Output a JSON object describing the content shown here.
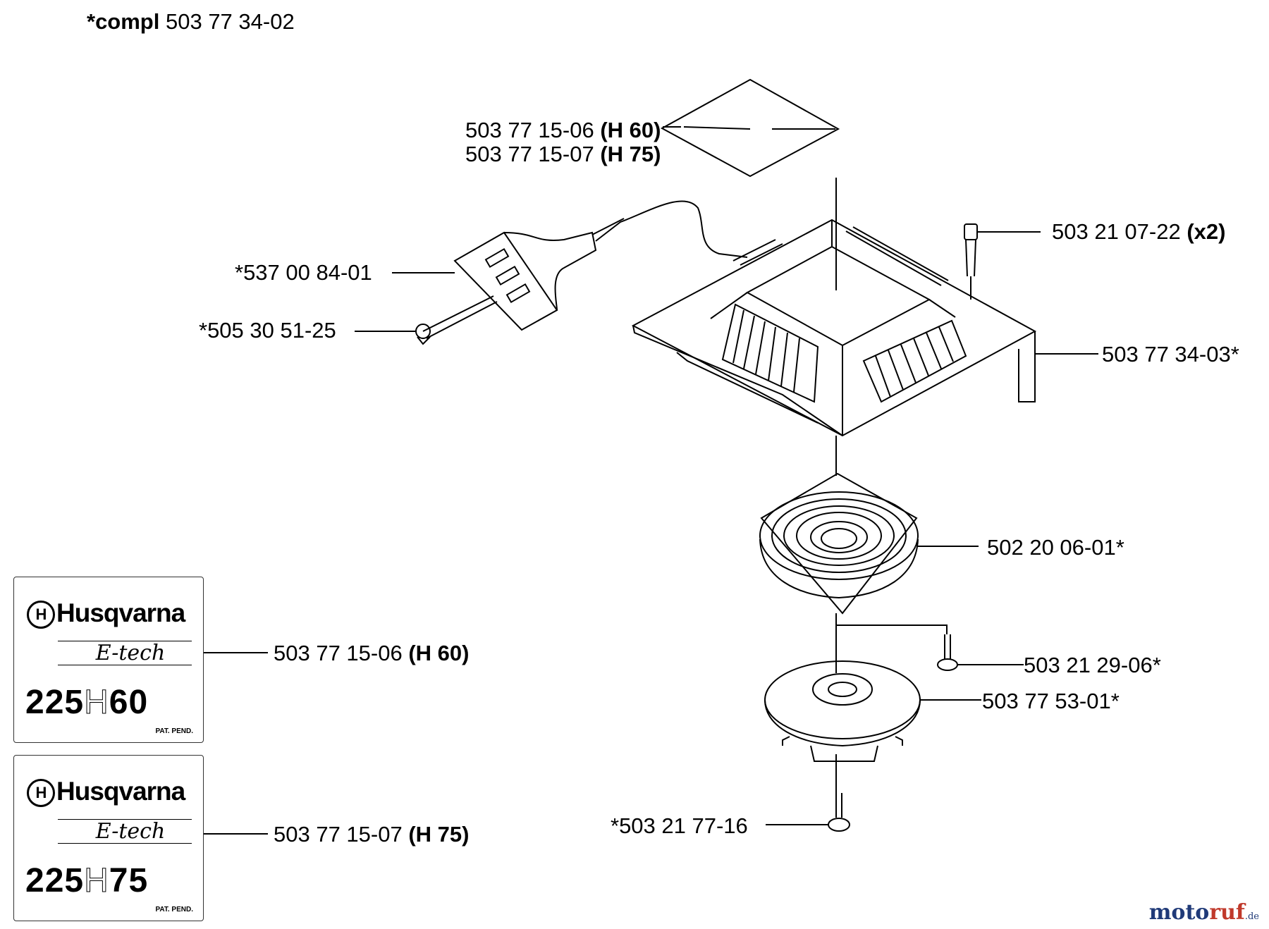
{
  "header": {
    "prefix": "*compl",
    "number": "503 77 34-02"
  },
  "labels": {
    "filter_a": {
      "number": "503 77 15-06",
      "suffix": "(H 60)"
    },
    "filter_b": {
      "number": "503 77 15-07",
      "suffix": "(H 75)"
    },
    "screw_top": {
      "number": "503 21 07-22",
      "suffix": "(x2)"
    },
    "handle": {
      "number": "*537 00 84-01"
    },
    "rope_clip": {
      "number": "*505 30 51-25"
    },
    "housing": {
      "number": "503 77 34-03*"
    },
    "spring": {
      "number": "502 20 06-01*"
    },
    "screw_mid": {
      "number": "503 21 29-06*"
    },
    "pulley": {
      "number": "503 77 53-01*"
    },
    "screw_bottom": {
      "number": "*503 21 77-16"
    },
    "decal_60": {
      "number": "503 77 15-06",
      "suffix": "(H 60)"
    },
    "decal_75": {
      "number": "503 77 15-07",
      "suffix": "(H 75)"
    }
  },
  "decals": [
    {
      "brand": "Husqvarna",
      "sub": "E-tech",
      "model_a": "225",
      "model_h": "H",
      "model_b": "60",
      "note": "PAT. PEND."
    },
    {
      "brand": "Husqvarna",
      "sub": "E-tech",
      "model_a": "225",
      "model_h": "H",
      "model_b": "75",
      "note": "PAT. PEND."
    }
  ],
  "watermark": {
    "a": "moto",
    "b": "ruf",
    "c": ".de"
  }
}
